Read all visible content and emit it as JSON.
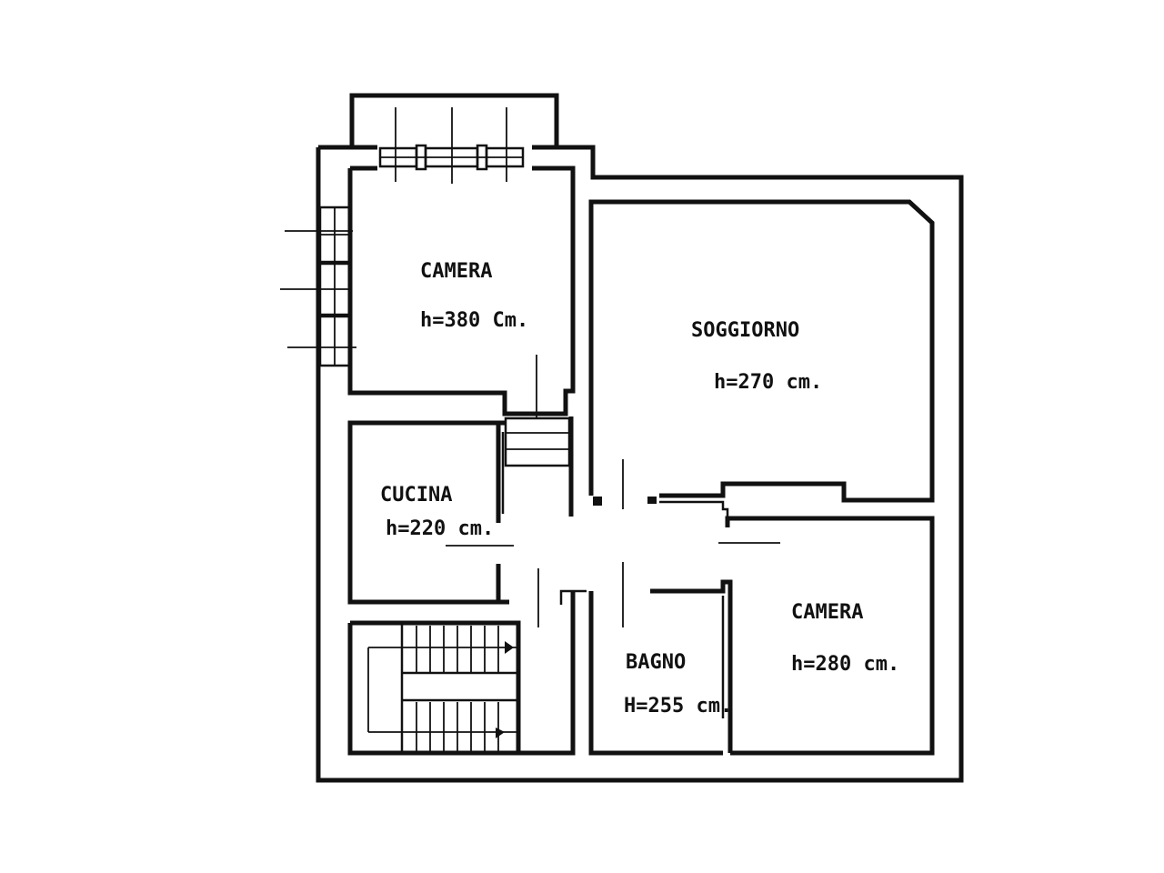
{
  "rooms": [
    {
      "name": "CAMERA",
      "height": "h=380 Cm."
    },
    {
      "name": "SOGGIORNO",
      "height": "h=270 cm."
    },
    {
      "name": "CUCINA",
      "height": "h=220 cm."
    },
    {
      "name": "BAGNO",
      "height": "H=255 cm."
    },
    {
      "name": "CAMERA",
      "height": "h=280 cm."
    }
  ]
}
